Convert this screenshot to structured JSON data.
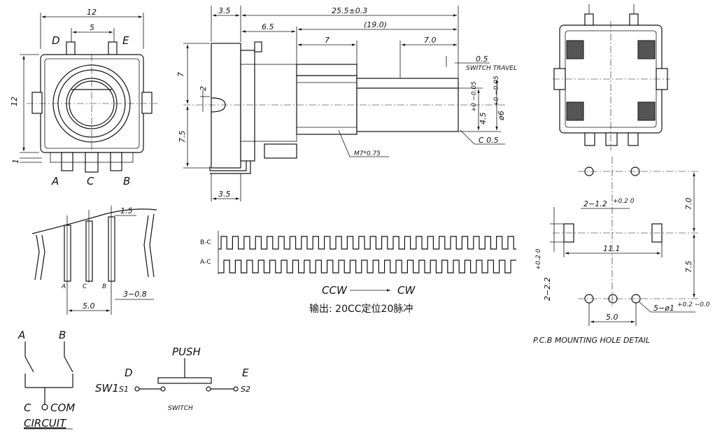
{
  "front_view": {
    "dim_width": "12",
    "dim_pitch": "5",
    "dim_height": "12",
    "dim_offset": "1",
    "pin_d": "D",
    "pin_e": "E",
    "pin_a": "A",
    "pin_c": "C",
    "pin_b": "B"
  },
  "side_view": {
    "dim_flange": "3.5",
    "dim_total": "25.5±0.3",
    "dim_shaft_total": "(19.0)",
    "dim_bushing": "6.5",
    "dim_thread_len": "7",
    "dim_flat_len": "7.0",
    "dim_switch_travel_val": "0.5",
    "switch_travel_label": "SWITCH TRAVEL",
    "dim_upper": "7",
    "dim_lower": "7.5",
    "dim_center": "2",
    "dim_flat": "4.5",
    "dim_flat_tol": "+0 −0.05",
    "dim_dia": "ø6",
    "dim_dia_tol": "+0 −0.05",
    "chamfer": "C 0.5",
    "thread": "M7*0.75",
    "dim_bottom": "3.5"
  },
  "pin_detail": {
    "dim_pin_width": "1.5",
    "dim_pin_thick": "3−0.8",
    "dim_pin_pitch": "5.0",
    "pin_a": "A",
    "pin_c": "C",
    "pin_b": "B"
  },
  "waveform": {
    "b_c_label": "B-C",
    "a_c_label": "A-C",
    "ccw_label": "CCW",
    "cw_label": "CW",
    "output_note": "输出: 20CC定位20脉冲"
  },
  "pcb": {
    "dim_mount_hole": "2−1.2",
    "dim_mount_hole_tol": "+0.2 0",
    "dim_slot": "2−2.2",
    "dim_slot_tol": "+0.2 0",
    "dim_span": "11.1",
    "dim_upper": "7.0",
    "dim_lower": "7.5",
    "dim_pitch": "5.0",
    "dim_holes": "5−ø1",
    "dim_holes_tol": "+0.2 −0.0",
    "caption": "P.C.B MOUNTING HOLE DETAIL"
  },
  "circuit": {
    "pin_a": "A",
    "pin_b": "B",
    "pin_c": "C",
    "com_label": "COM",
    "caption": "CIRCUIT"
  },
  "switch": {
    "push_label": "PUSH",
    "pin_d": "D",
    "pin_e": "E",
    "sw_label": "SW1",
    "s1_label": "S1",
    "s2_label": "S2",
    "caption": "SWITCH"
  }
}
